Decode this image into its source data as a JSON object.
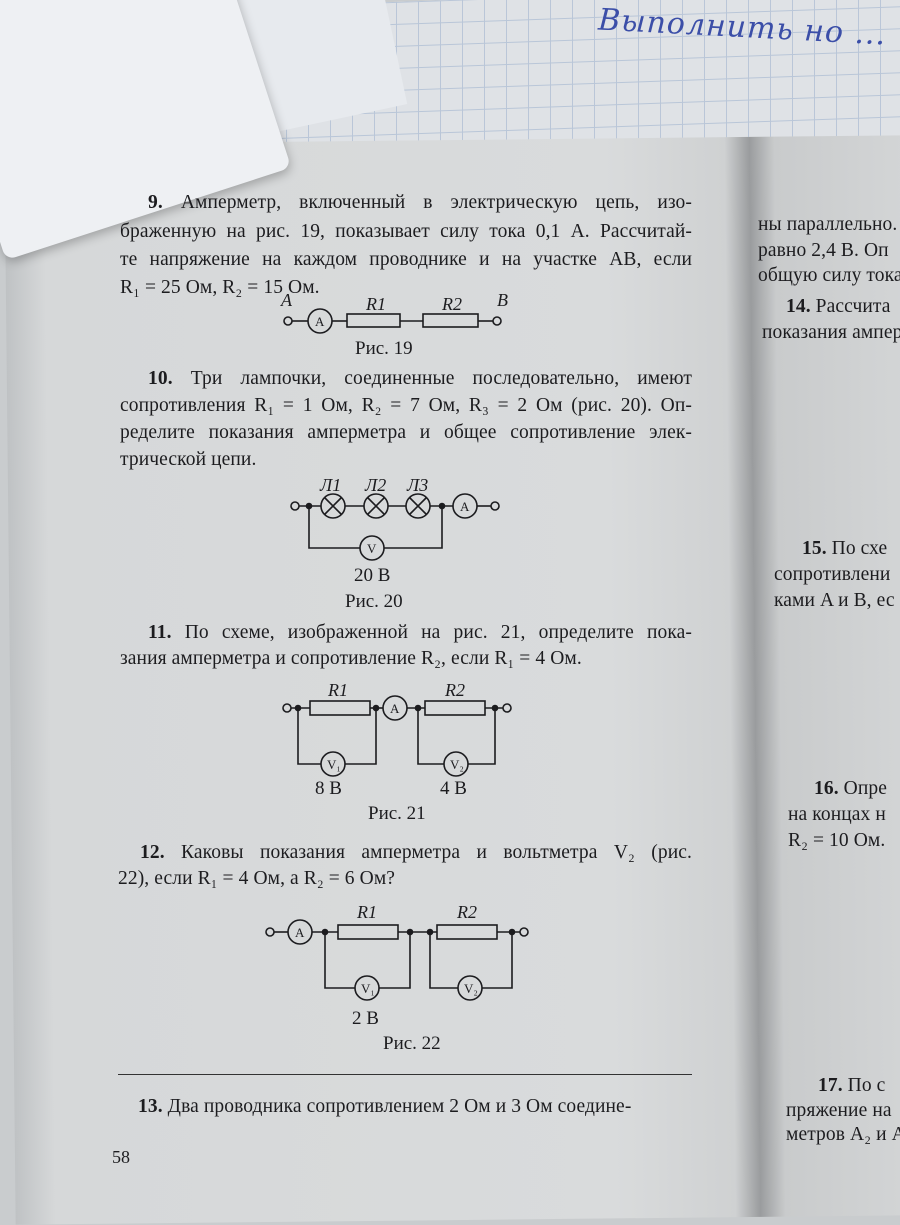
{
  "handwriting": "Выполнить  но  ...",
  "left": {
    "p9": {
      "num": "9.",
      "lines": [
        "Амперметр, включенный в электрическую цепь, изо-",
        "браженную на рис. 19, показывает силу тока 0,1 А. Рассчитай-",
        "те напряжение на каждом проводнике и на участке AB, если",
        "R₁ = 25 Ом, R₂ = 15 Ом."
      ]
    },
    "fig19": {
      "a": "A",
      "b": "B",
      "r1": "R1",
      "r2": "R2",
      "ammeter": "A",
      "caption": "Рис. 19"
    },
    "p10": {
      "num": "10.",
      "lines": [
        "Три лампочки, соединенные последовательно, имеют",
        "сопротивления R₁ = 1 Ом, R₂ = 7 Ом, R₃ = 2 Ом (рис. 20). Оп-",
        "ределите показания амперметра и общее сопротивление элек-",
        "трической цепи."
      ]
    },
    "fig20": {
      "l1": "Л1",
      "l2": "Л2",
      "l3": "Л3",
      "ammeter": "A",
      "voltmeter": "V",
      "volt_value": "20 В",
      "caption": "Рис. 20"
    },
    "p11": {
      "num": "11.",
      "lines": [
        "По схеме, изображенной на рис. 21, определите пока-",
        "зания амперметра и сопротивление R₂, если R₁ = 4 Ом."
      ]
    },
    "fig21": {
      "r1": "R1",
      "r2": "R2",
      "ammeter": "A",
      "v1": "V₁",
      "v2": "V₂",
      "v1_value": "8 В",
      "v2_value": "4 В",
      "caption": "Рис. 21"
    },
    "p12": {
      "num": "12.",
      "lines": [
        "Каковы показания амперметра и вольтметра V₂ (рис.",
        "22), если R₁ = 4 Ом, а R₂ = 6 Ом?"
      ]
    },
    "fig22": {
      "r1": "R1",
      "r2": "R2",
      "ammeter": "A",
      "v1": "V₁",
      "v2": "V₂",
      "v1_value": "2 В",
      "caption": "Рис. 22"
    },
    "p13": {
      "num": "13.",
      "line": "Два проводника сопротивлением 2 Ом и 3 Ом соедине-"
    },
    "page_number": "58"
  },
  "right": {
    "top_lines": [
      "ны параллельно.",
      "равно 2,4 В. Оп",
      "общую силу тока"
    ],
    "p14": {
      "num": "14.",
      "lines": [
        "Рассчита",
        "показания ампер"
      ]
    },
    "p15": {
      "num": "15.",
      "lines": [
        "По схе",
        "сопротивлени",
        "ками A и B, ес"
      ]
    },
    "p16": {
      "num": "16.",
      "lines": [
        "Опре",
        "на концах н",
        "R₂ = 10 Ом."
      ]
    },
    "p17": {
      "num": "17.",
      "lines": [
        "По с",
        "пряжение на",
        "метров A₂ и A"
      ]
    }
  }
}
